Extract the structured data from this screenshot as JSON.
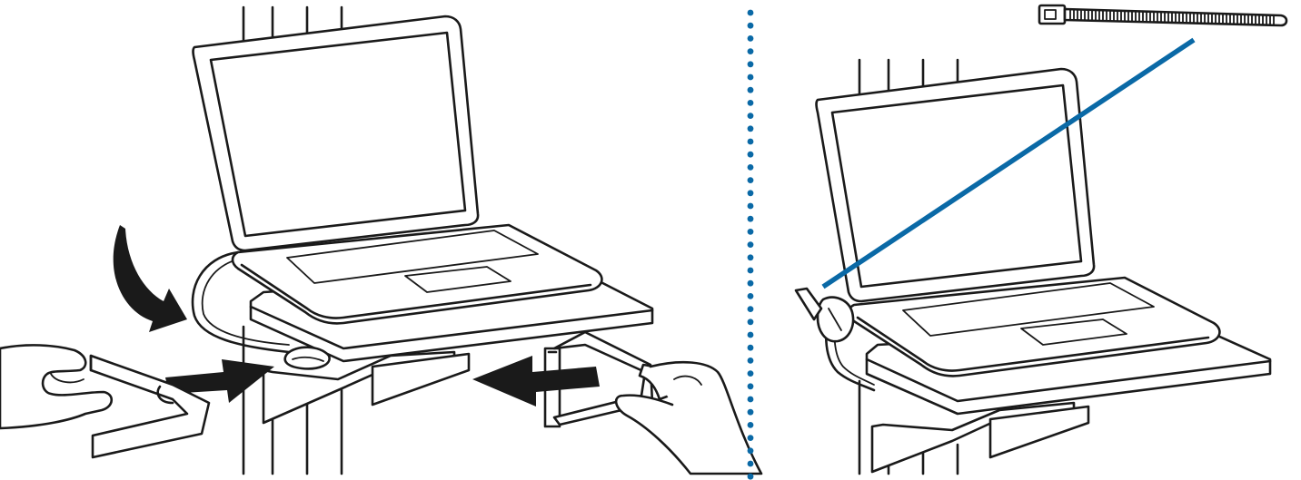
{
  "figure": {
    "panels": [
      {
        "id": "left",
        "steps": [
          "lower-tray-arrow",
          "push-in-right-arrow",
          "push-in-left-arrow"
        ]
      },
      {
        "id": "right",
        "items": [
          "cable-tie",
          "security-cable"
        ]
      }
    ]
  },
  "colors": {
    "line": "#1a1a1a",
    "background": "#ffffff",
    "accent_blue": "#0a69a6",
    "divider_dots": "#0a69a6"
  },
  "icons": {
    "curved_arrow": "curved-arrow-icon",
    "push_arrow_right": "arrow-right-icon",
    "push_arrow_left": "arrow-left-icon",
    "cable_tie": "cable-tie-icon"
  }
}
